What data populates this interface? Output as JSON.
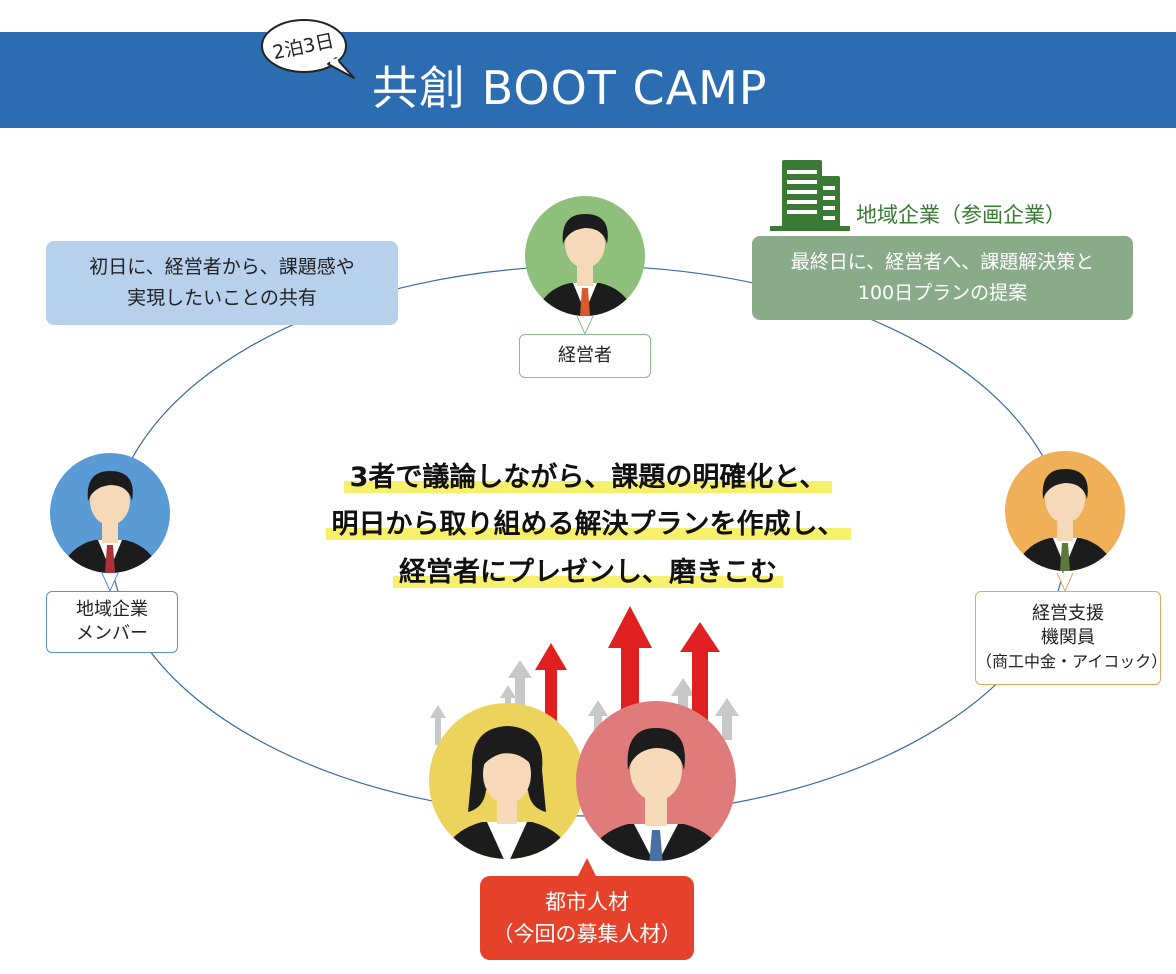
{
  "header": {
    "badge": "2泊3日",
    "title": "共創 BOOT CAMP",
    "banner_color": "#2c6db2"
  },
  "notes": {
    "left": [
      "初日に、経営者から、課題感や",
      "実現したいことの共有"
    ],
    "right": [
      "最終日に、経営者へ、課題解決策と",
      "100日プランの提案"
    ]
  },
  "company": {
    "label": "地域企業（参画企業）",
    "icon": "building-icon"
  },
  "roles": {
    "ceo": "経営者",
    "member": [
      "地域企業",
      "メンバー"
    ],
    "support": [
      "経営支援",
      "機関員",
      "（商工中金・アイコック）"
    ],
    "city": [
      "都市人材",
      "（今回の募集人材）"
    ]
  },
  "message": [
    "3者で議論しながら、課題の明確化と、",
    "明日から取り組める解決プランを作成し、",
    "経営者にプレゼンし、磨きこむ"
  ],
  "colors": {
    "ceo": "#8ec07c",
    "member": "#5b9bd5",
    "support": "#f0b057",
    "woman": "#ecd45c",
    "man": "#e07b7b",
    "arrow_red": "#e02020",
    "arrow_gray": "#a9a9a9"
  }
}
